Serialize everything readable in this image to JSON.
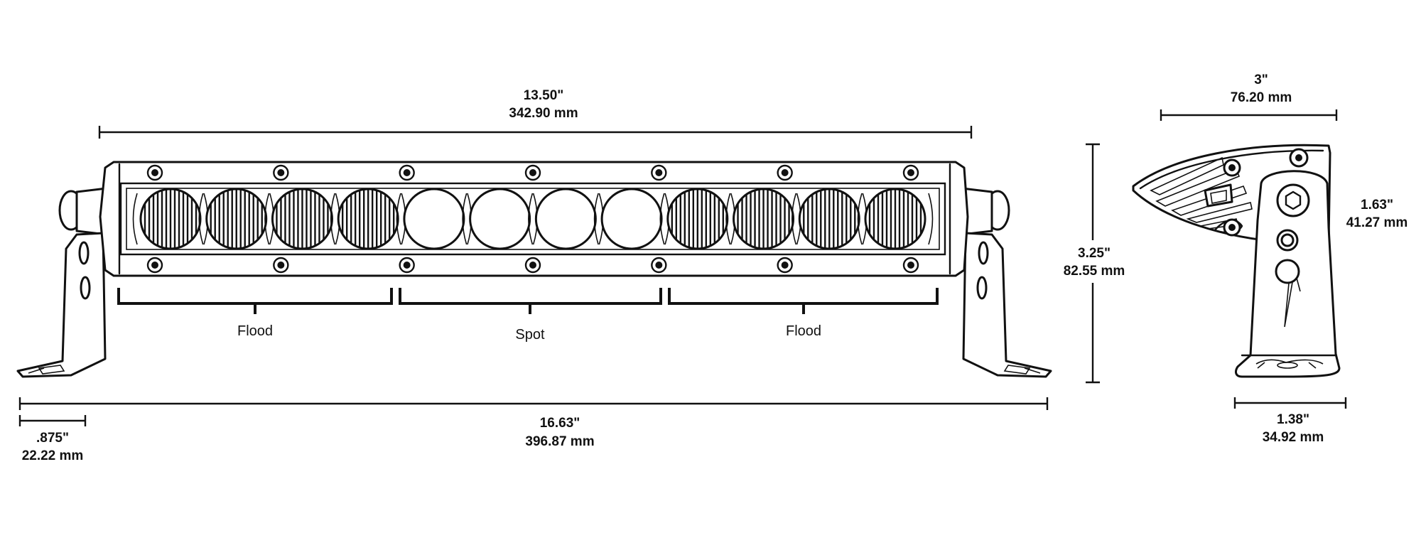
{
  "dimensions": {
    "bar_length": {
      "in": "13.50\"",
      "mm": "342.90 mm"
    },
    "overall_length": {
      "in": "16.63\"",
      "mm": "396.87 mm"
    },
    "bracket_offset": {
      "in": ".875\"",
      "mm": "22.22 mm"
    },
    "height": {
      "in": "3.25\"",
      "mm": "82.55 mm"
    },
    "side_width": {
      "in": "3\"",
      "mm": "76.20 mm"
    },
    "side_depth": {
      "in": "1.63\"",
      "mm": "41.27 mm"
    },
    "base_width": {
      "in": "1.38\"",
      "mm": "34.92 mm"
    }
  },
  "beam_zones": {
    "left": "Flood",
    "center": "Spot",
    "right": "Flood"
  },
  "lenses": [
    "flood",
    "flood",
    "flood",
    "flood",
    "spot",
    "spot",
    "spot",
    "spot",
    "flood",
    "flood",
    "flood",
    "flood"
  ],
  "screw_count_per_row": 7
}
